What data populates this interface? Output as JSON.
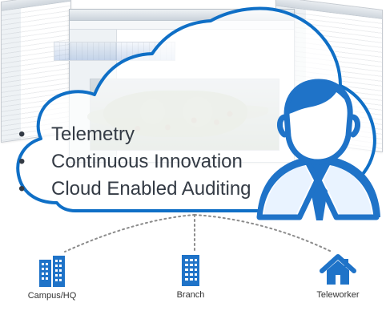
{
  "cloud_points": [
    "Telemetry",
    "Continuous Innovation",
    "Cloud Enabled Auditing"
  ],
  "sites": {
    "campus": "Campus/HQ",
    "branch": "Branch",
    "teleworker": "Teleworker"
  },
  "colors": {
    "accent_blue": "#1f73c8",
    "cloud_border": "#0f6fc6",
    "cloud_fill": "#ffffff",
    "dark_blue": "#1a4c8b",
    "link_dots": "#8c8c8c"
  },
  "icons": {
    "user_icon": "person-avatar-icon",
    "campus_icon": "office-building-icon",
    "branch_icon": "branch-building-icon",
    "teleworker_icon": "home-icon"
  }
}
